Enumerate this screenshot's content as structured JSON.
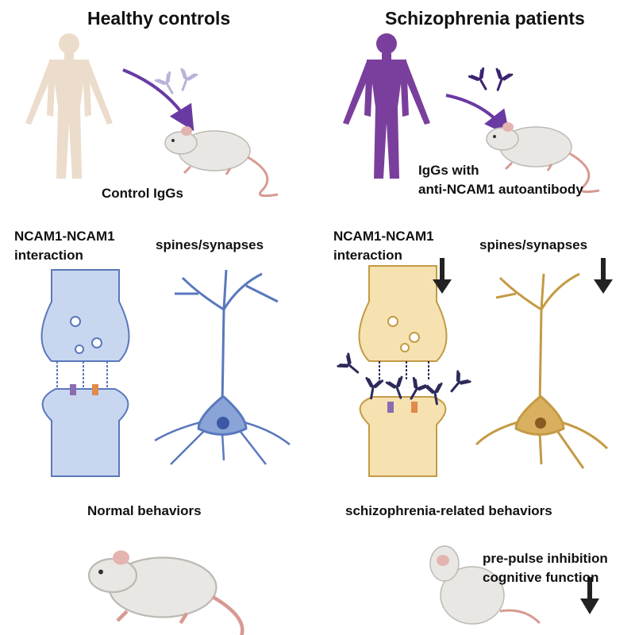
{
  "left_panel": {
    "title": "Healthy controls",
    "igg_label": "Control IgGs",
    "interaction_label_1": "NCAM1-NCAM1",
    "interaction_label_2": "interaction",
    "spines_label": "spines/synapses",
    "behavior_label": "Normal behaviors"
  },
  "right_panel": {
    "title": "Schizophrenia patients",
    "igg_label_1": "IgGs with",
    "igg_label_2": "anti-NCAM1 autoantibody",
    "interaction_label_1": "NCAM1-NCAM1",
    "interaction_label_2": "interaction",
    "spines_label": "spines/synapses",
    "behavior_label": "schizophrenia-related behaviors",
    "behavior_detail_1": "pre-pulse inhibition",
    "behavior_detail_2": "cognitive function"
  },
  "colors": {
    "healthy_body": "#ecdccb",
    "patient_body": "#7a3f9c",
    "arrow_purple": "#6a3aa3",
    "healthy_neuron": "#c8d7ef",
    "healthy_neuron_stroke": "#5a78bd",
    "patient_neuron": "#f5e2b0",
    "patient_neuron_stroke": "#c49a45",
    "antibody_dark": "#2b2a5a"
  }
}
